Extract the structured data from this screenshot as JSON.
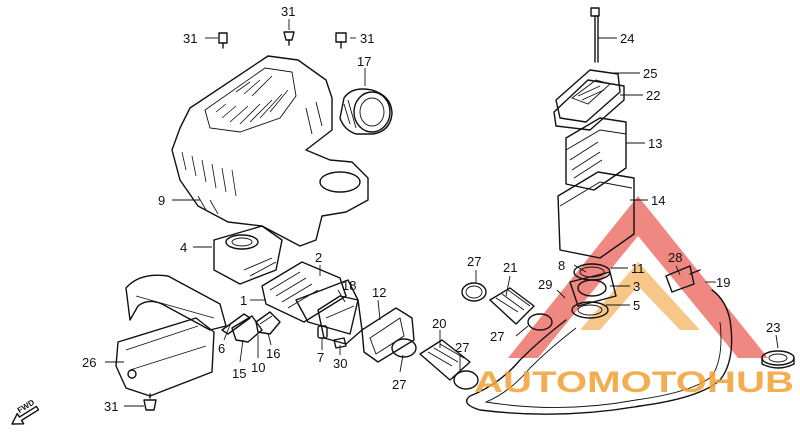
{
  "diagram": {
    "fwd_label": "FWD",
    "callouts": [
      {
        "id": "c31a",
        "text": "31"
      },
      {
        "id": "c31b",
        "text": "31"
      },
      {
        "id": "c31c",
        "text": "31"
      },
      {
        "id": "c31d",
        "text": "31"
      },
      {
        "id": "c17",
        "text": "17"
      },
      {
        "id": "c24",
        "text": "24"
      },
      {
        "id": "c25",
        "text": "25"
      },
      {
        "id": "c22",
        "text": "22"
      },
      {
        "id": "c13",
        "text": "13"
      },
      {
        "id": "c14",
        "text": "14"
      },
      {
        "id": "c9",
        "text": "9"
      },
      {
        "id": "c4",
        "text": "4"
      },
      {
        "id": "c2",
        "text": "2"
      },
      {
        "id": "c1",
        "text": "1"
      },
      {
        "id": "c18",
        "text": "18"
      },
      {
        "id": "c12",
        "text": "12"
      },
      {
        "id": "c6",
        "text": "6"
      },
      {
        "id": "c15",
        "text": "15"
      },
      {
        "id": "c10",
        "text": "10"
      },
      {
        "id": "c16",
        "text": "16"
      },
      {
        "id": "c7",
        "text": "7"
      },
      {
        "id": "c30",
        "text": "30"
      },
      {
        "id": "c26",
        "text": "26"
      },
      {
        "id": "c27a",
        "text": "27"
      },
      {
        "id": "c21",
        "text": "21"
      },
      {
        "id": "c27b",
        "text": "27"
      },
      {
        "id": "c20",
        "text": "20"
      },
      {
        "id": "c27c",
        "text": "27"
      },
      {
        "id": "c27d",
        "text": "27"
      },
      {
        "id": "c8",
        "text": "8"
      },
      {
        "id": "c11",
        "text": "11"
      },
      {
        "id": "c29",
        "text": "29"
      },
      {
        "id": "c3",
        "text": "3"
      },
      {
        "id": "c5",
        "text": "5"
      },
      {
        "id": "c28",
        "text": "28"
      },
      {
        "id": "c19",
        "text": "19"
      },
      {
        "id": "c23",
        "text": "23"
      }
    ]
  },
  "watermark": {
    "text": "AUTOMOTOHUB",
    "color_primary": "#e8453c",
    "color_secondary": "#f2a33a",
    "color_dark": "#3a3a3a"
  }
}
